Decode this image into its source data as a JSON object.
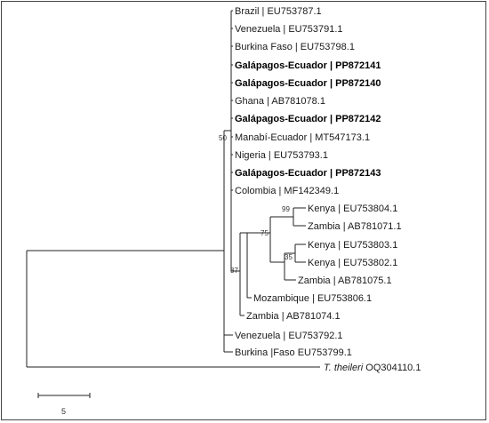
{
  "taxa": [
    {
      "label": "Brazil | EU753787.1",
      "bold": false
    },
    {
      "label": "Venezuela | EU753791.1",
      "bold": false
    },
    {
      "label": "Burkina Faso | EU753798.1",
      "bold": false
    },
    {
      "label": "Galápagos-Ecuador | PP872141",
      "bold": true
    },
    {
      "label": "Galápagos-Ecuador | PP872140",
      "bold": true
    },
    {
      "label": "Ghana | AB781078.1",
      "bold": false
    },
    {
      "label": "Galápagos-Ecuador | PP872142",
      "bold": true
    },
    {
      "label": "Manabí-Ecuador | MT547173.1",
      "bold": false
    },
    {
      "label": "Nigeria | EU753793.1",
      "bold": false
    },
    {
      "label": "Galápagos-Ecuador | PP872143",
      "bold": true
    },
    {
      "label": "Colombia | MF142349.1",
      "bold": false
    },
    {
      "label": "Kenya | EU753804.1",
      "bold": false
    },
    {
      "label": "Zambia | AB781071.1",
      "bold": false
    },
    {
      "label": "Kenya | EU753803.1",
      "bold": false
    },
    {
      "label": "Kenya | EU753802.1",
      "bold": false
    },
    {
      "label": "Zambia | AB781075.1",
      "bold": false
    },
    {
      "label": "Mozambique | EU753806.1",
      "bold": false
    },
    {
      "label": "Zambia | AB781074.1",
      "bold": false
    },
    {
      "label": "Venezuela | EU753792.1",
      "bold": false
    },
    {
      "label": "Burkina |Faso EU753799.1",
      "bold": false
    },
    {
      "label": "OQ304110.1",
      "italic_prefix": "T. theileri",
      "bold": false
    }
  ],
  "bootstrap": [
    "50",
    "99",
    "75",
    "35",
    "37"
  ],
  "scale_bar": {
    "label": "5"
  }
}
